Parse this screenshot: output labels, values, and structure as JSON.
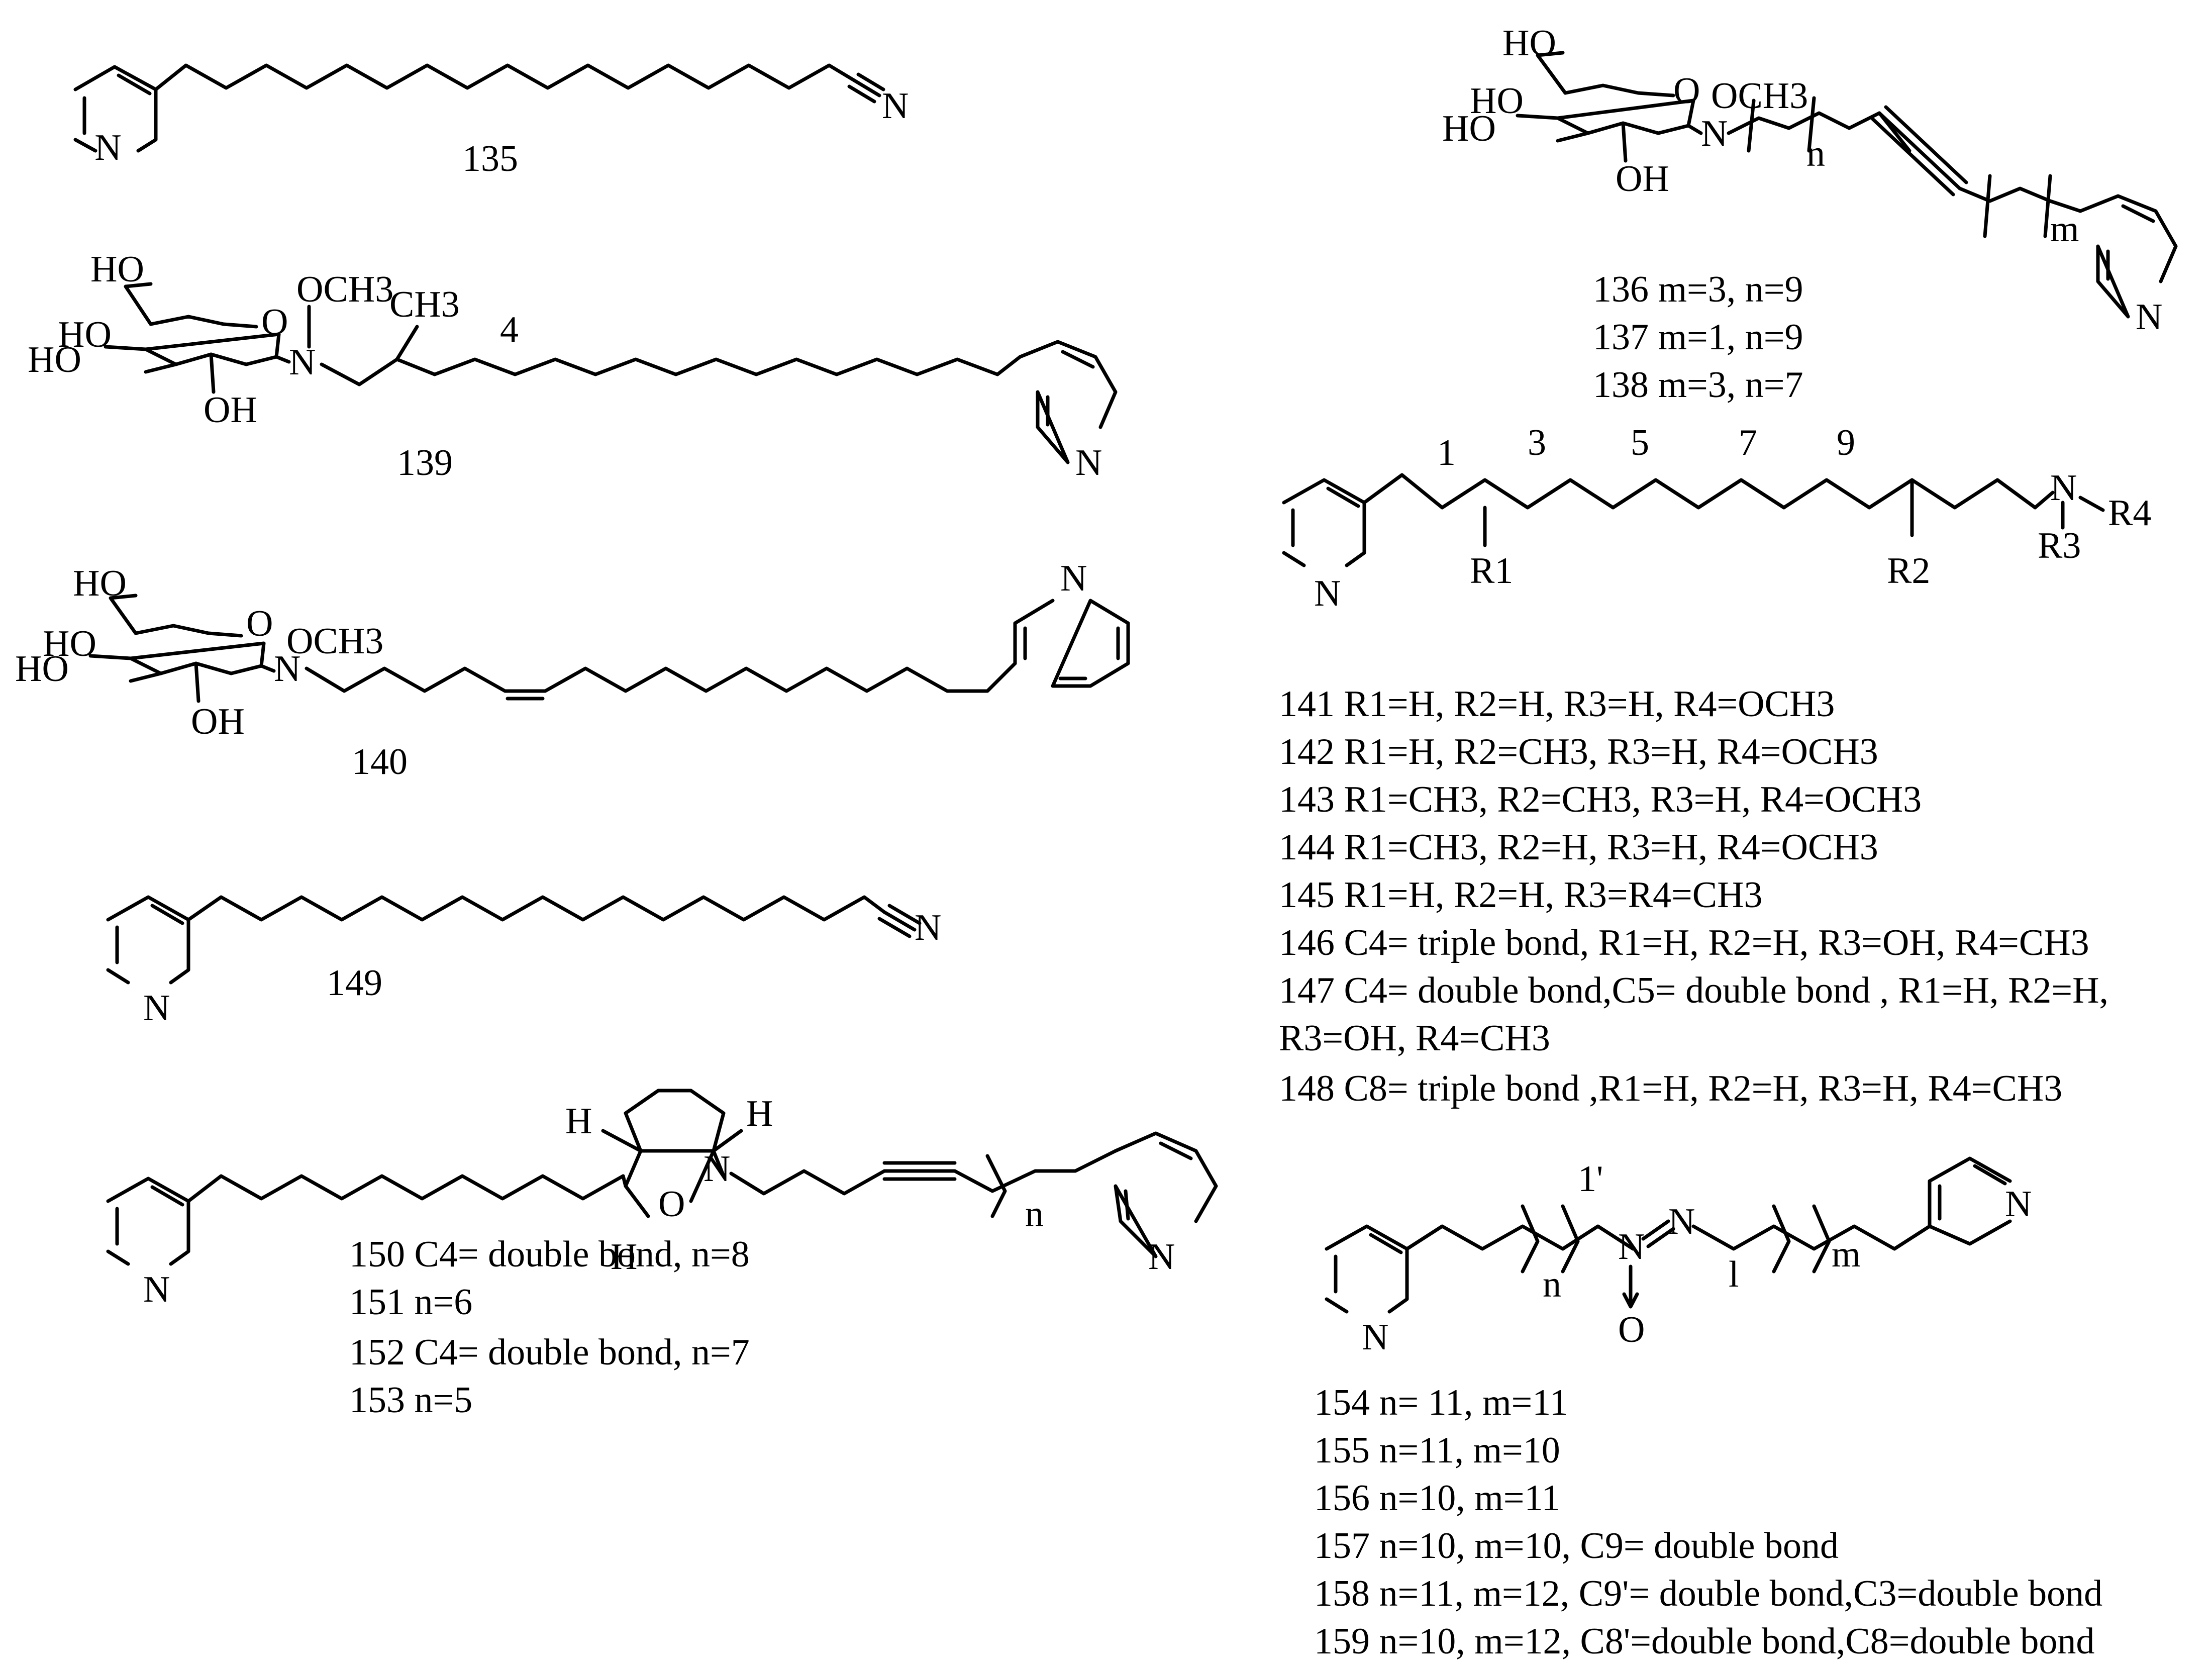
{
  "colors": {
    "ink": "#000000",
    "background": "#ffffff"
  },
  "structures": {
    "s135": {
      "id": "135",
      "N": "N"
    },
    "s136": {
      "HO_top": "HO",
      "HO_a": "HO",
      "HO_b": "HO",
      "OH": "OH",
      "O": "O",
      "OCH3": "OCH3",
      "N": "N",
      "n": "n",
      "m": "m",
      "Npy": "N",
      "labels": [
        "136 m=3, n=9",
        "137 m=1, n=9",
        "138 m=3, n=7"
      ]
    },
    "s139": {
      "id": "139",
      "HO_top": "HO",
      "HO_a": "HO",
      "HO_b": "HO",
      "OH": "OH",
      "O": "O",
      "OCH3": "OCH3",
      "CH3": "CH3",
      "N": "N",
      "four": "4",
      "Npy": "N"
    },
    "s140": {
      "id": "140",
      "HO_top": "HO",
      "HO_a": "HO",
      "HO_b": "HO",
      "OH": "OH",
      "O": "O",
      "OCH3": "OCH3",
      "N": "N",
      "Npy": "N"
    },
    "s141": {
      "one": "1",
      "three": "3",
      "five": "5",
      "seven": "7",
      "nine": "9",
      "N": "N",
      "R4": "R4",
      "R3": "R3",
      "R1": "R1",
      "R2": "R2",
      "Npy": "N",
      "labels": [
        "141 R1=H, R2=H, R3=H, R4=OCH3",
        "142 R1=H, R2=CH3, R3=H, R4=OCH3",
        "143 R1=CH3, R2=CH3, R3=H, R4=OCH3",
        "144 R1=CH3, R2=H, R3=H, R4=OCH3",
        "145 R1=H, R2=H, R3=R4=CH3",
        "146 C4= triple bond, R1=H, R2=H, R3=OH, R4=CH3",
        "147 C4= double bond,C5= double bond , R1=H, R2=H,",
        "R3=OH, R4=CH3",
        "148 C8= triple bond ,R1=H, R2=H, R3=H, R4=CH3"
      ]
    },
    "s149": {
      "id": "149",
      "N": "N",
      "Npy": "N"
    },
    "s150": {
      "H1": "H",
      "H2": "H",
      "H3": "H",
      "N": "N",
      "O": "O",
      "n": "n",
      "Npy1": "N",
      "Npy2": "N",
      "labels": [
        "150 C4= double bond, n=8",
        "151 n=6",
        "152 C4= double bond, n=7",
        "153 n=5"
      ]
    },
    "s154": {
      "prime": "1'",
      "N1": "N",
      "N2": "N",
      "O": "O",
      "n": "n",
      "l": "l",
      "m": "m",
      "Npy1": "N",
      "Npy2": "N",
      "labels": [
        "154 n= 11, m=11",
        "155 n=11, m=10",
        "156 n=10, m=11",
        "157 n=10, m=10, C9= double bond",
        "158 n=11, m=12, C9'= double bond,C3=double bond",
        "159 n=10, m=12, C8'=double bond,C8=double bond"
      ]
    }
  }
}
